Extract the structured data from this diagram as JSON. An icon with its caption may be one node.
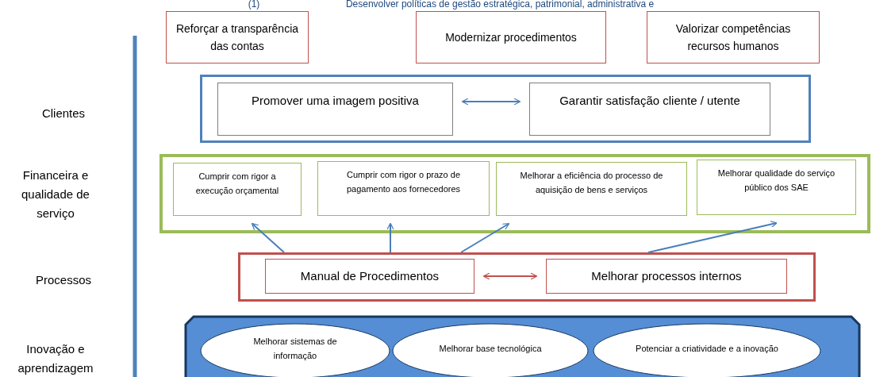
{
  "diagram": {
    "nodes": [
      {
        "text": [
          "Reforçar a transparência das contas"
        ]
      },
      {
        "text": [
          "Modernizar procedimentos"
        ]
      },
      {
        "text": [
          "Valorizar competências recursos humanos"
        ]
      },
      {
        "text": [],
        "shape": "box"
      },
      {
        "text": [
          "Promover uma imagem positiva"
        ],
        "in": 3
      },
      {
        "text": [
          "Garantir satisfação cliente / utente"
        ],
        "in": 3
      },
      {
        "text": [],
        "shape": "box"
      },
      {
        "text": [
          "Cumprir com rigor a execução orçamental"
        ],
        "in": 6
      },
      {
        "text": [
          "Cumprir com rigor o prazo de pagamento aos fornecedores"
        ],
        "in": 6
      },
      {
        "text": [
          "Melhorar a eficiência do processo de aquisição de bens e serviços"
        ],
        "in": 6
      },
      {
        "text": [
          "Melhorar qualidade do serviço público dos SAE"
        ],
        "in": 6
      },
      {
        "text": [],
        "shape": "box"
      },
      {
        "text": [
          "Manual de Procedimentos"
        ],
        "in": 11
      },
      {
        "text": [
          "Melhorar processos internos"
        ],
        "in": 11
      },
      {
        "text": [],
        "shape": "box"
      },
      {
        "text": [
          "Melhorar sistemas de informação"
        ],
        "in": 14
      },
      {
        "text": [
          "Melhorar base tecnológica"
        ],
        "in": 14
      },
      {
        "text": [
          "Potenciar a criatividade e a inovação"
        ],
        "in": 14
      }
    ],
    "edges": [
      {
        "from": 4,
        "to": 5,
        "arrow": "both"
      },
      {
        "from": 11,
        "to": 7,
        "arrow": "to"
      },
      {
        "from": 11,
        "to": 8,
        "arrow": "to"
      },
      {
        "from": 11,
        "to": 9,
        "arrow": "to"
      },
      {
        "from": 11,
        "to": 10,
        "arrow": "to"
      },
      {
        "from": 12,
        "to": 13,
        "arrow": "both",
        "color": "#c0504d"
      }
    ],
    "labels": [
      "(1)",
      "Desenvolver políticas de gestão estratégica, patrimonial, administrativa e",
      "Clientes",
      "Financeira e qualidade de serviço",
      "Processos",
      "Inovação e aprendizagem"
    ]
  }
}
